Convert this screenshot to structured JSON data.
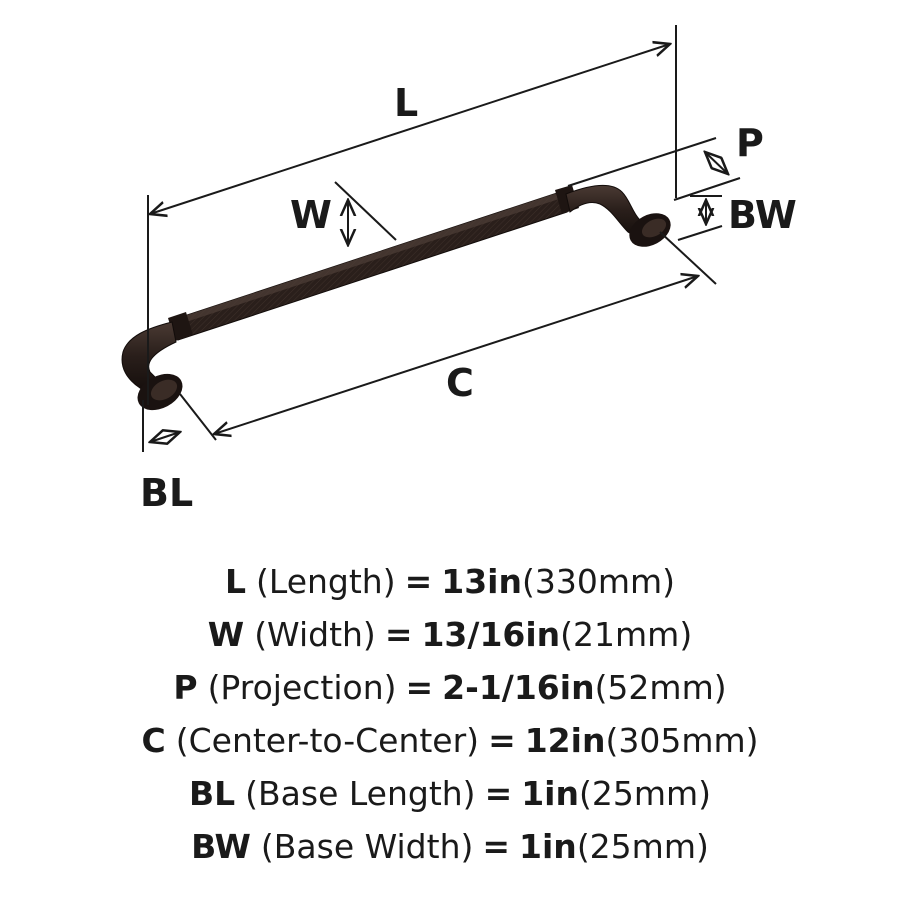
{
  "labels": {
    "L": "L",
    "W": "W",
    "P": "P",
    "BW": "BW",
    "C": "C",
    "BL": "BL"
  },
  "colors": {
    "finish": "#241a16",
    "line": "#1a1a1a"
  },
  "specs": [
    {
      "abbr": "L",
      "name": "(Length)",
      "eq": "=",
      "value": "13in",
      "metric": "(330mm)"
    },
    {
      "abbr": "W",
      "name": "(Width)",
      "eq": "=",
      "value": "13/16in",
      "metric": "(21mm)"
    },
    {
      "abbr": "P",
      "name": "(Projection)",
      "eq": "=",
      "value": "2-1/16in",
      "metric": "(52mm)"
    },
    {
      "abbr": "C",
      "name": "(Center-to-Center)",
      "eq": "=",
      "value": "12in",
      "metric": "(305mm)"
    },
    {
      "abbr": "BL",
      "name": "(Base Length)",
      "eq": "=",
      "value": "1in",
      "metric": "(25mm)"
    },
    {
      "abbr": "BW",
      "name": "(Base Width)",
      "eq": "=",
      "value": "1in",
      "metric": "(25mm)"
    }
  ]
}
